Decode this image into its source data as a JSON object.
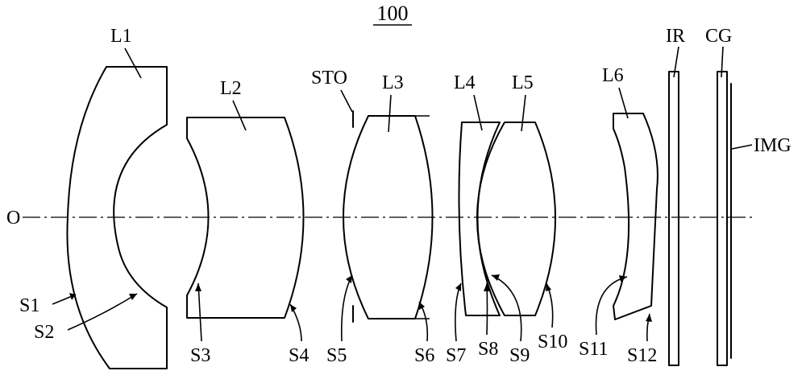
{
  "figure": {
    "number": "100",
    "axis_label": "O",
    "lenses": [
      "L1",
      "L2",
      "L3",
      "L4",
      "L5",
      "L6"
    ],
    "stop": "STO",
    "filter": "IR",
    "cover_glass": "CG",
    "image_plane": "IMG",
    "surfaces": [
      "S1",
      "S2",
      "S3",
      "S4",
      "S5",
      "S6",
      "S7",
      "S8",
      "S9",
      "S10",
      "S11",
      "S12"
    ]
  }
}
